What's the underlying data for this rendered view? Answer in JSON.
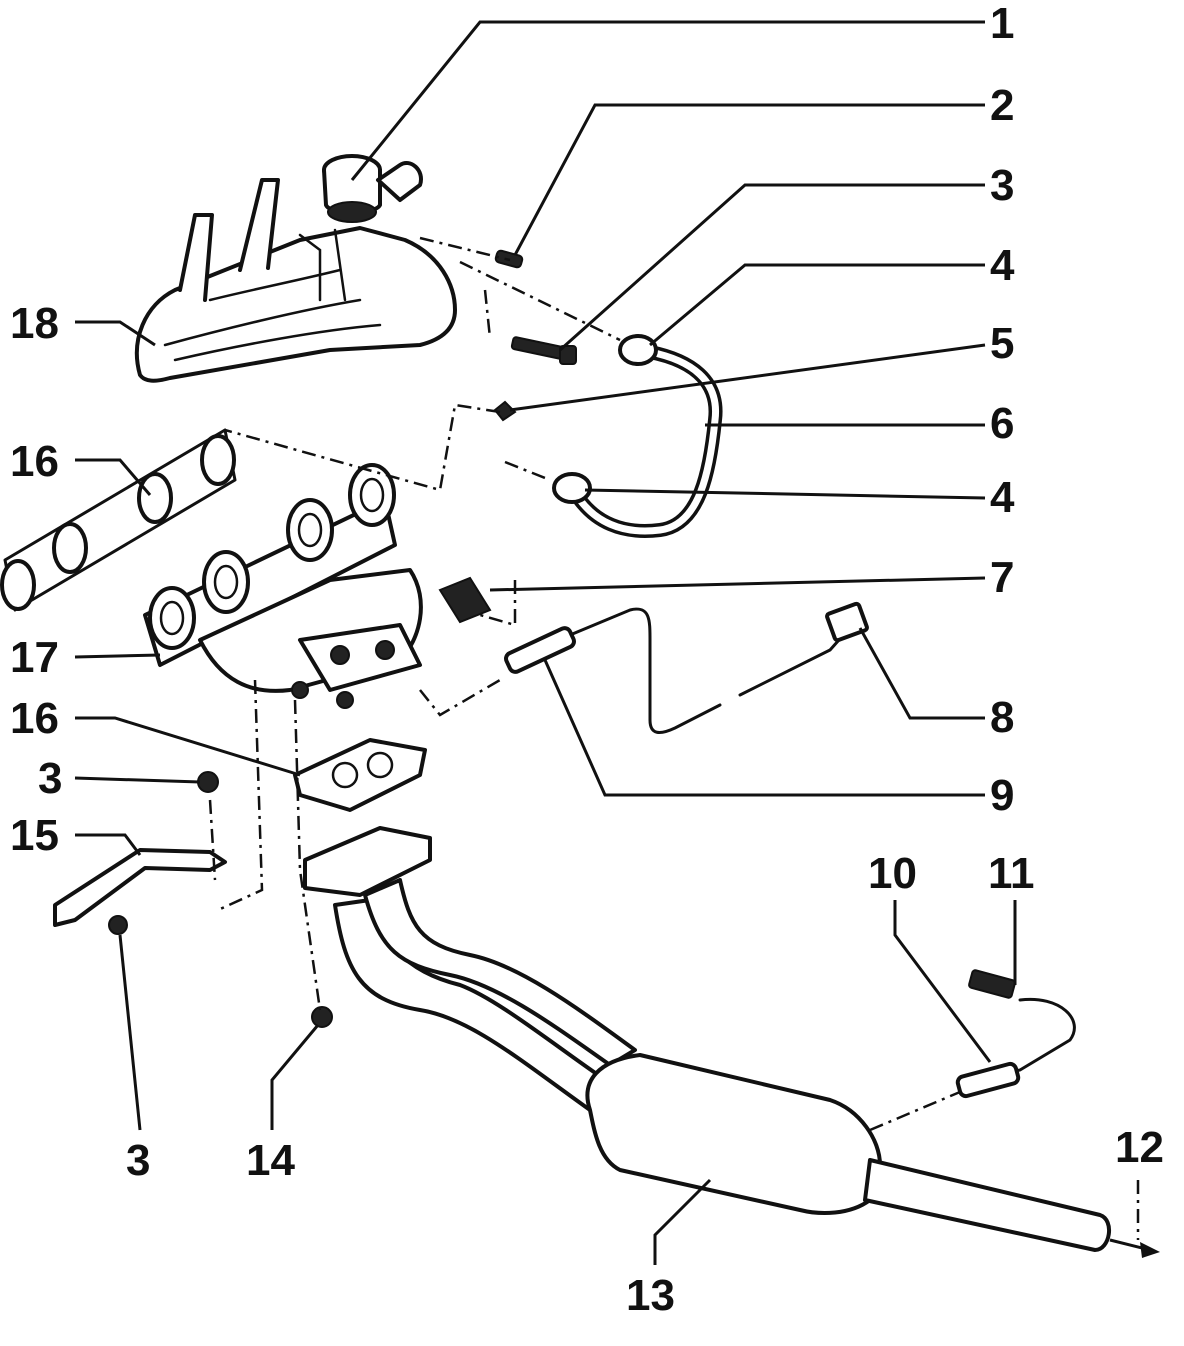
{
  "callouts": {
    "c1": "1",
    "c2": "2",
    "c3a": "3",
    "c4a": "4",
    "c5": "5",
    "c6": "6",
    "c4b": "4",
    "c7": "7",
    "c8": "8",
    "c9": "9",
    "c18": "18",
    "c16a": "16",
    "c17": "17",
    "c16b": "16",
    "c3b": "3",
    "c15": "15",
    "c3c": "3",
    "c14": "14",
    "c10": "10",
    "c11": "11",
    "c12": "12",
    "c13": "13"
  },
  "parts": [
    {
      "id": "1",
      "name": "air-intake-connector"
    },
    {
      "id": "2",
      "name": "bolt"
    },
    {
      "id": "3",
      "name": "nut"
    },
    {
      "id": "4",
      "name": "pipe-fitting"
    },
    {
      "id": "5",
      "name": "clip"
    },
    {
      "id": "6",
      "name": "connecting-pipe"
    },
    {
      "id": "7",
      "name": "stud-plug"
    },
    {
      "id": "8",
      "name": "sensor-connector"
    },
    {
      "id": "9",
      "name": "oxygen-sensor"
    },
    {
      "id": "10",
      "name": "oxygen-sensor-rear"
    },
    {
      "id": "11",
      "name": "sensor-connector-rear"
    },
    {
      "id": "12",
      "name": "direction-arrow"
    },
    {
      "id": "13",
      "name": "catalytic-converter"
    },
    {
      "id": "14",
      "name": "nut"
    },
    {
      "id": "15",
      "name": "support-bracket"
    },
    {
      "id": "16",
      "name": "gasket"
    },
    {
      "id": "17",
      "name": "exhaust-manifold"
    },
    {
      "id": "18",
      "name": "heat-shield"
    }
  ]
}
